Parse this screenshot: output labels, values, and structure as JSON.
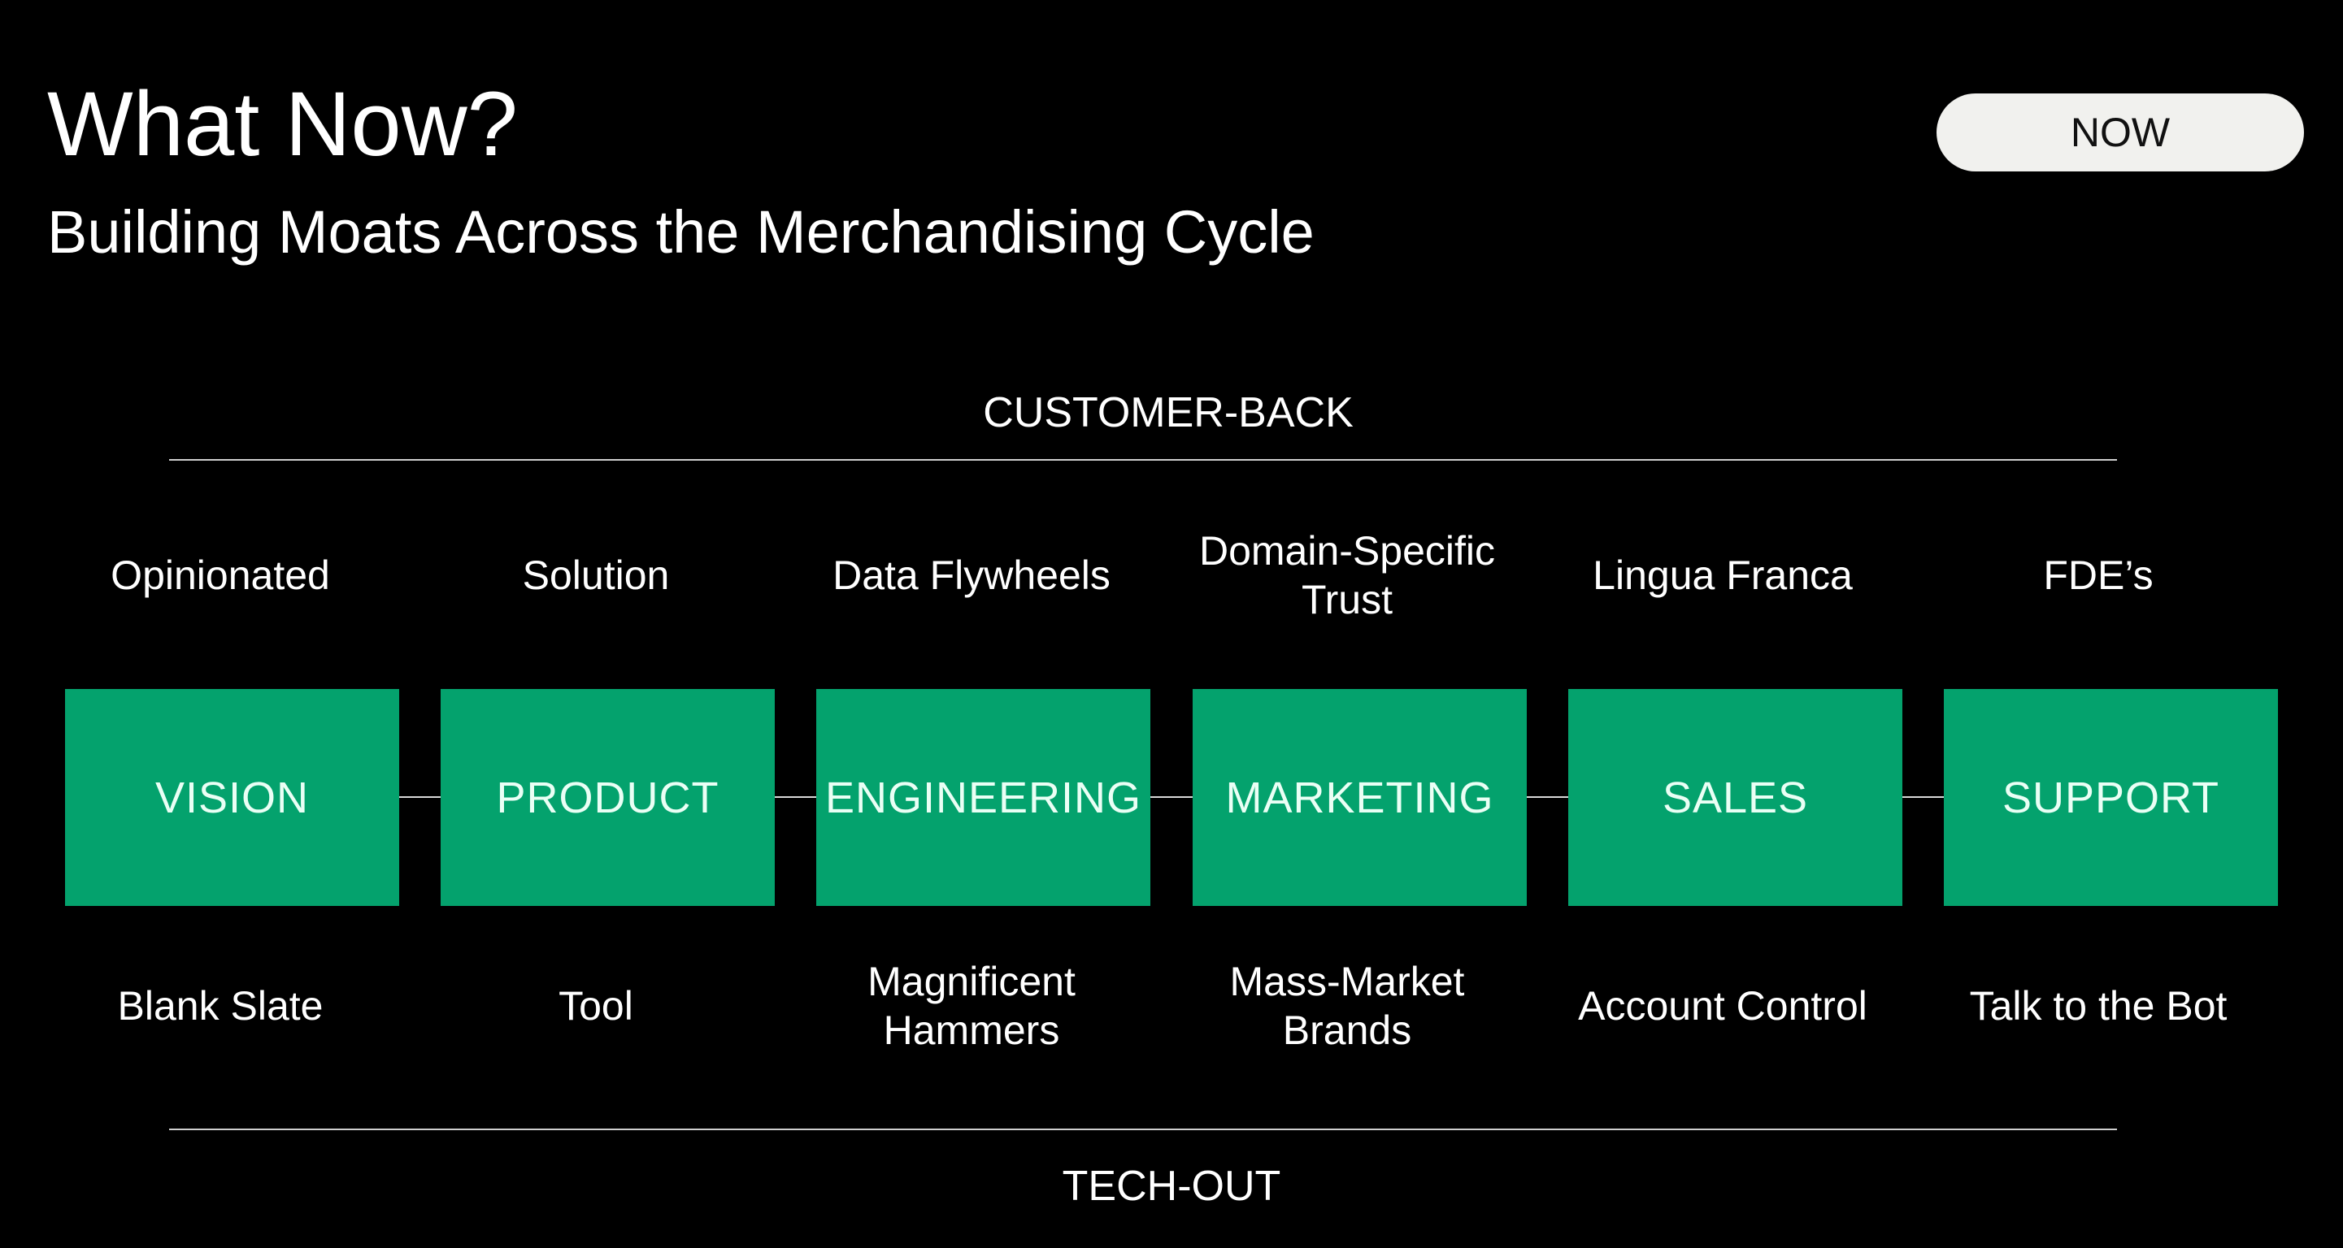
{
  "header": {
    "title": "What Now?",
    "subtitle": "Building Moats Across the Merchandising Cycle",
    "badge": "NOW"
  },
  "diagram": {
    "top_label": "CUSTOMER-BACK",
    "bottom_label": "TECH-OUT",
    "stages": [
      {
        "label": "VISION",
        "above": "Opinionated",
        "below": "Blank Slate"
      },
      {
        "label": "PRODUCT",
        "above": "Solution",
        "below": "Tool"
      },
      {
        "label": "ENGINEERING",
        "above": "Data Flywheels",
        "below": "Magnificent\nHammers"
      },
      {
        "label": "MARKETING",
        "above": "Domain-Specific\nTrust",
        "below": "Mass-Market\nBrands"
      },
      {
        "label": "SALES",
        "above": "Lingua Franca",
        "below": "Account Control"
      },
      {
        "label": "SUPPORT",
        "above": "FDE’s",
        "below": "Talk to the Bot"
      }
    ]
  },
  "colors": {
    "background": "#000000",
    "stage_fill": "#04a26d",
    "badge_fill": "#f1f1ee"
  }
}
